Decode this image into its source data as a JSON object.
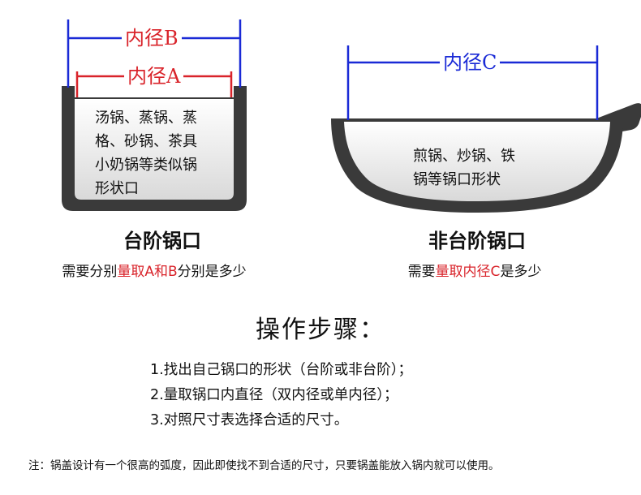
{
  "left_pot": {
    "outer_dimension_label": "内径B",
    "inner_dimension_label": "内径A",
    "contents_lines": [
      "汤锅、蒸锅、蒸",
      "格、砂锅、茶具",
      "小奶锅等类似锅",
      "形状口"
    ],
    "heading": "台阶锅口",
    "requirement": {
      "prefix": "需要分别",
      "highlight": "量取A和B",
      "suffix": "分别是多少"
    }
  },
  "right_pot": {
    "dimension_label": "内径C",
    "contents_lines": [
      "煎锅、炒锅、铁",
      "锅等锅口形状"
    ],
    "heading": "非台阶锅口",
    "requirement": {
      "prefix": "需要",
      "highlight": "量取内径C",
      "suffix": "是多少"
    }
  },
  "procedure": {
    "title": "操作步骤：",
    "steps": [
      "1.找出自己锅口的形状（台阶或非台阶）；",
      "2.量取锅口内直径（双内径或单内径）；",
      "3.对照尺寸表选择合适的尺寸。"
    ]
  },
  "footnote": "注：锅盖设计有一个很高的弧度，因此即使找不到合适的尺寸，只要锅盖能放入锅内就可以使用。",
  "colors": {
    "pot_body": "#3a3a3a",
    "outer_dimension": "#1a2ad6",
    "inner_dimension": "#d9232a",
    "highlight_text": "#d9232a"
  }
}
